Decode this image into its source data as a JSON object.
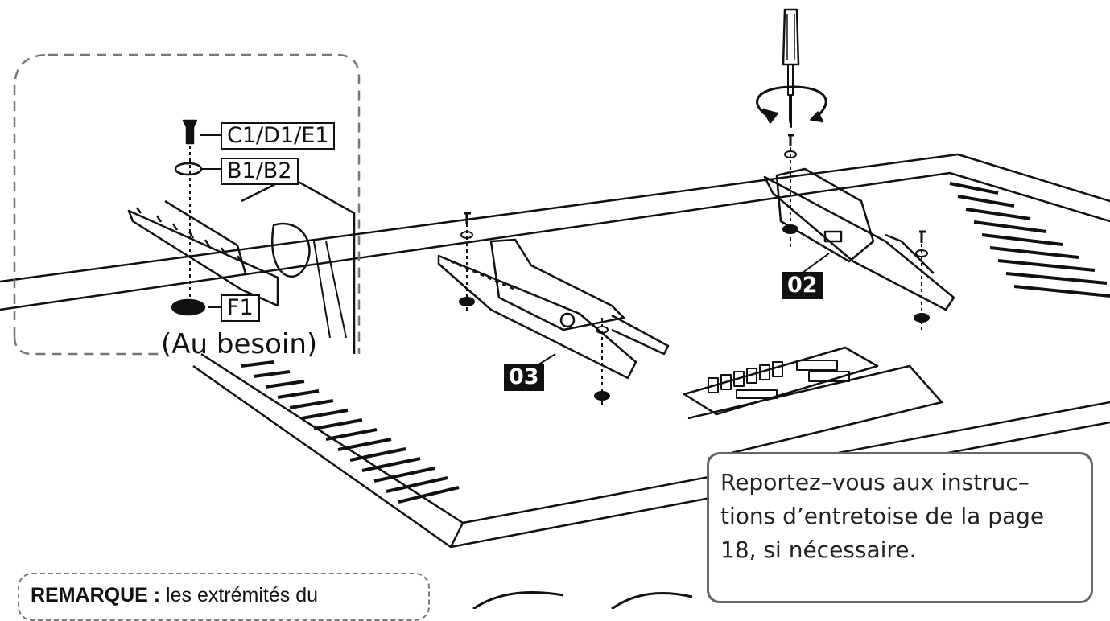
{
  "labels": {
    "screw_code": "C1/D1/E1",
    "washer_code": "B1/B2",
    "spacer_code": "F1",
    "as_needed": "(Au besoin)",
    "bracket_right": "02",
    "bracket_left": "03"
  },
  "note": {
    "text": "Reportez–vous aux instruc–\ntions d’entretoise de la page\n18, si nécessaire."
  },
  "remark": {
    "title": "REMARQUE :",
    "text": " les extrémités du"
  },
  "icons": [
    "screwdriver-icon",
    "rotate-arrow-icon",
    "screw-icon",
    "washer-icon",
    "spacer-icon"
  ],
  "colors": {
    "line": "#111111",
    "note_border": "#666666",
    "dashed_border": "#777777"
  }
}
